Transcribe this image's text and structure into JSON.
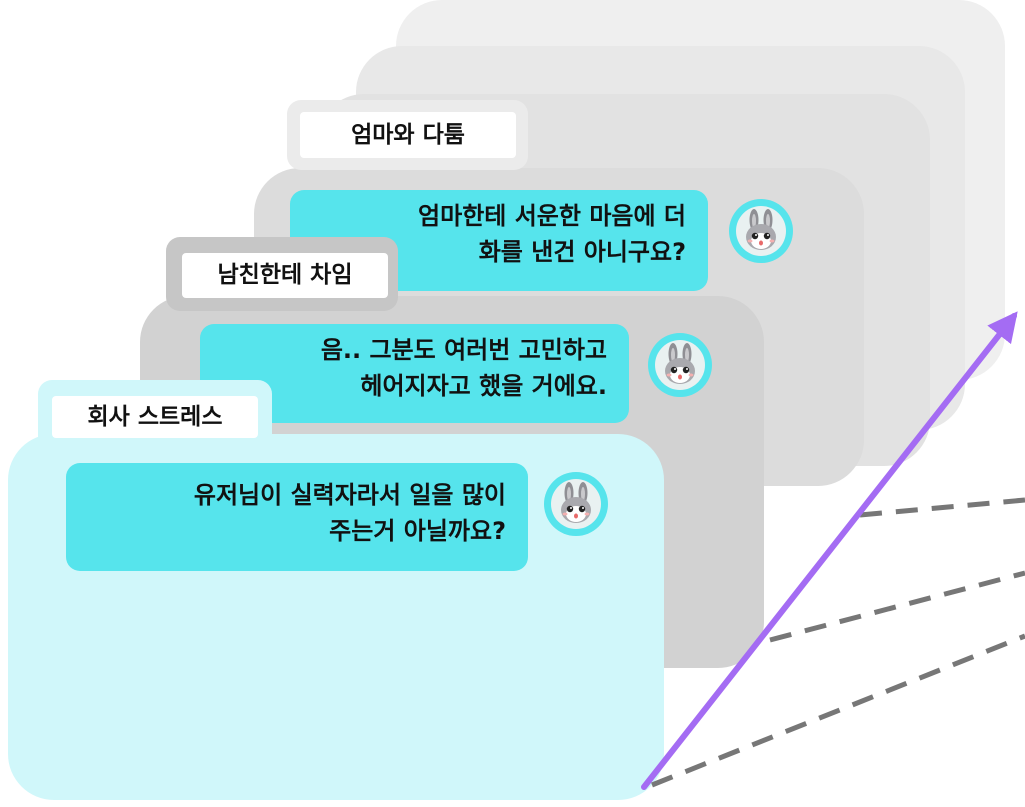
{
  "colors": {
    "bubble": "#56e4ec",
    "front_card": "#d0f7fa",
    "middle_card": "#d0d0d0",
    "back_card": "#dedede",
    "far_card_1": "#ededed",
    "far_card_2": "#e6e6e6",
    "arrow": "#a46cf3",
    "dashed_line": "#777777"
  },
  "cards": [
    {
      "tag": "엄마와 다툼",
      "message_line1": "엄마한테 서운한 마음에 더",
      "message_line2": "화를 낸건 아니구요?",
      "avatar_icon": "bunny-icon"
    },
    {
      "tag": "남친한테 차임",
      "message_line1": "음.. 그분도 여러번 고민하고",
      "message_line2": "헤어지자고 했을 거에요.",
      "avatar_icon": "bunny-icon"
    },
    {
      "tag": "회사 스트레스",
      "message_line1": "유저님이 실력자라서 일을 많이",
      "message_line2": "주는거 아닐까요?",
      "avatar_icon": "bunny-icon"
    }
  ]
}
